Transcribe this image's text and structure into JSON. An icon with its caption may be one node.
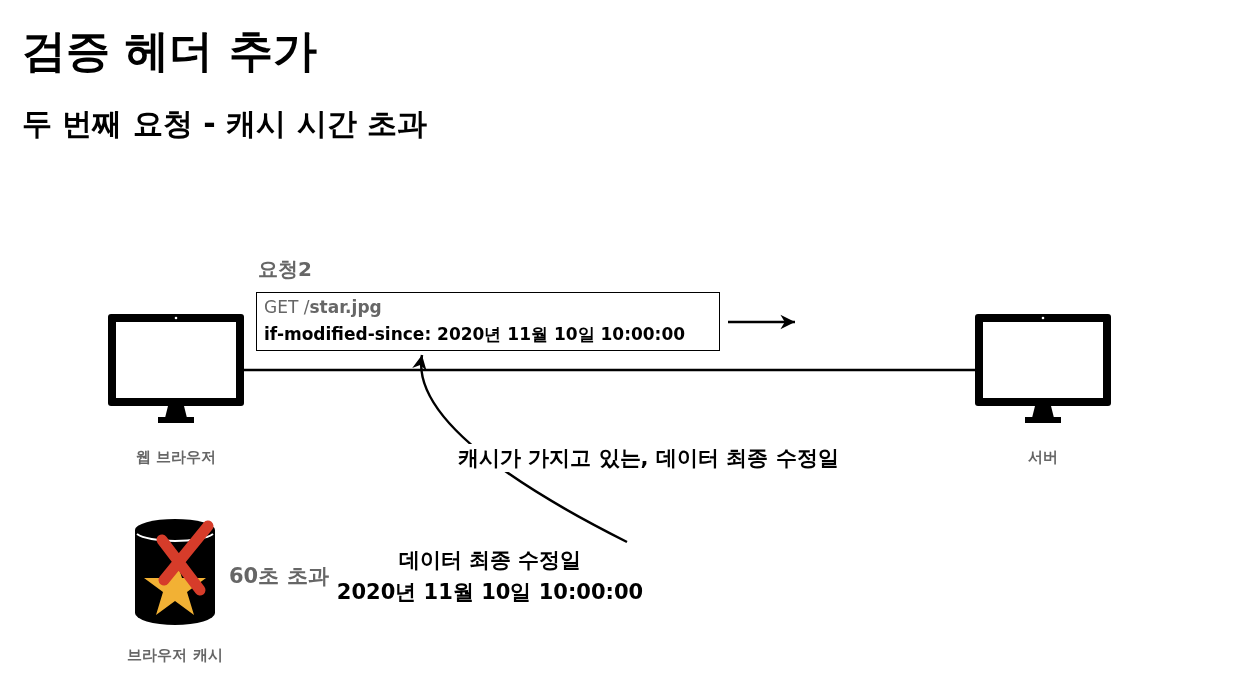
{
  "diagram": {
    "title": "검증 헤더 추가",
    "labels": [
      "두 번째 요청 - 캐시 시간 초과"
    ],
    "nodes": [
      {
        "text": [
          "웹 브라우저"
        ]
      },
      {
        "text": [
          "요청2",
          "GET /**star.jpg**",
          "if-modified-since: 2020년 11월 10일 10:00:00"
        ]
      },
      {
        "text": [
          "서버"
        ]
      },
      {
        "text": [
          "브라우저 캐시"
        ],
        "beside": [
          "60초 초과"
        ]
      },
      {
        "text": [
          "데이터 최종 수정일",
          "2020년 11월 10일 10:00:00"
        ]
      }
    ],
    "edges": [
      {
        "from": 0,
        "to": 2,
        "arrow": "none"
      },
      {
        "from": 4,
        "to": 1,
        "arrow": "to",
        "label": "캐시가 가지고 있는, 데이터 최종 수정일"
      }
    ]
  }
}
